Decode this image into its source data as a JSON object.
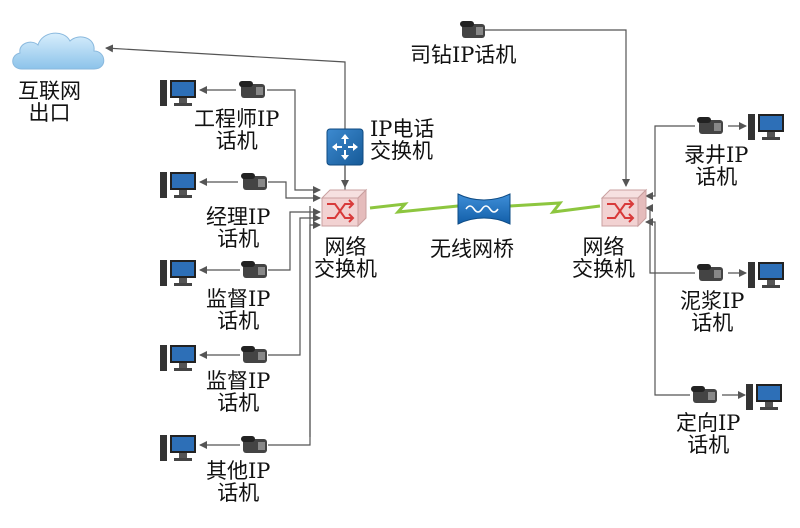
{
  "labels": {
    "internet": "互联网\n出口",
    "pbx": "IP电话\n交换机",
    "driller": "司钻IP话机",
    "engineer": "工程师IP\n话机",
    "manager": "经理IP\n话机",
    "supervisor1": "监督IP\n话机",
    "supervisor2": "监督IP\n话机",
    "other": "其他IP\n话机",
    "switch_left": "网络\n交换机",
    "switch_right": "网络\n交换机",
    "bridge": "无线网桥",
    "logging": "录井IP\n话机",
    "mud": "泥浆IP\n话机",
    "directional": "定向IP\n话机"
  },
  "colors": {
    "line": "#555555",
    "wireless": "#8dc63f",
    "switch_face": "#f2d2d2",
    "switch_mark": "#d83a3a",
    "pbx": "#1f6fb5",
    "bridge": "#1f73c6",
    "cloud": "#a9d4f2"
  }
}
